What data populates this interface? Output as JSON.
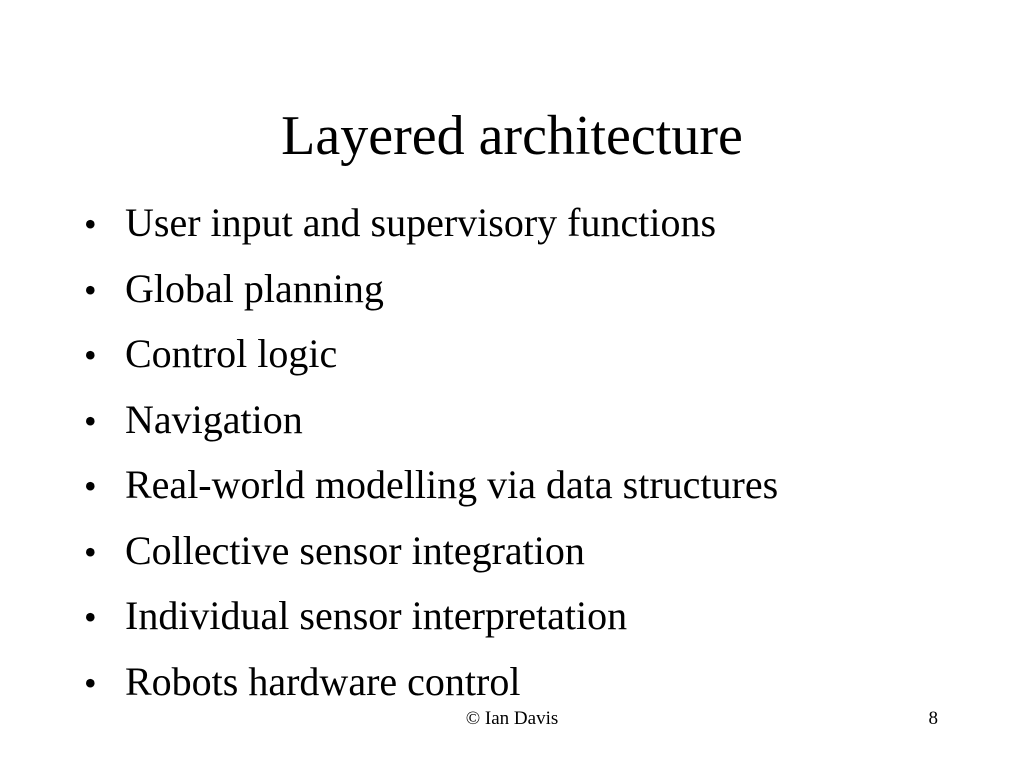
{
  "slide": {
    "title": "Layered architecture",
    "bullet_glyph": "•",
    "bullets": [
      "User input and supervisory functions",
      "Global planning",
      "Control logic",
      "Navigation",
      "Real-world modelling via data structures",
      "Collective sensor integration",
      "Individual sensor interpretation",
      "Robots hardware control"
    ],
    "footer": {
      "copyright": "© Ian Davis",
      "page_number": "8"
    }
  }
}
